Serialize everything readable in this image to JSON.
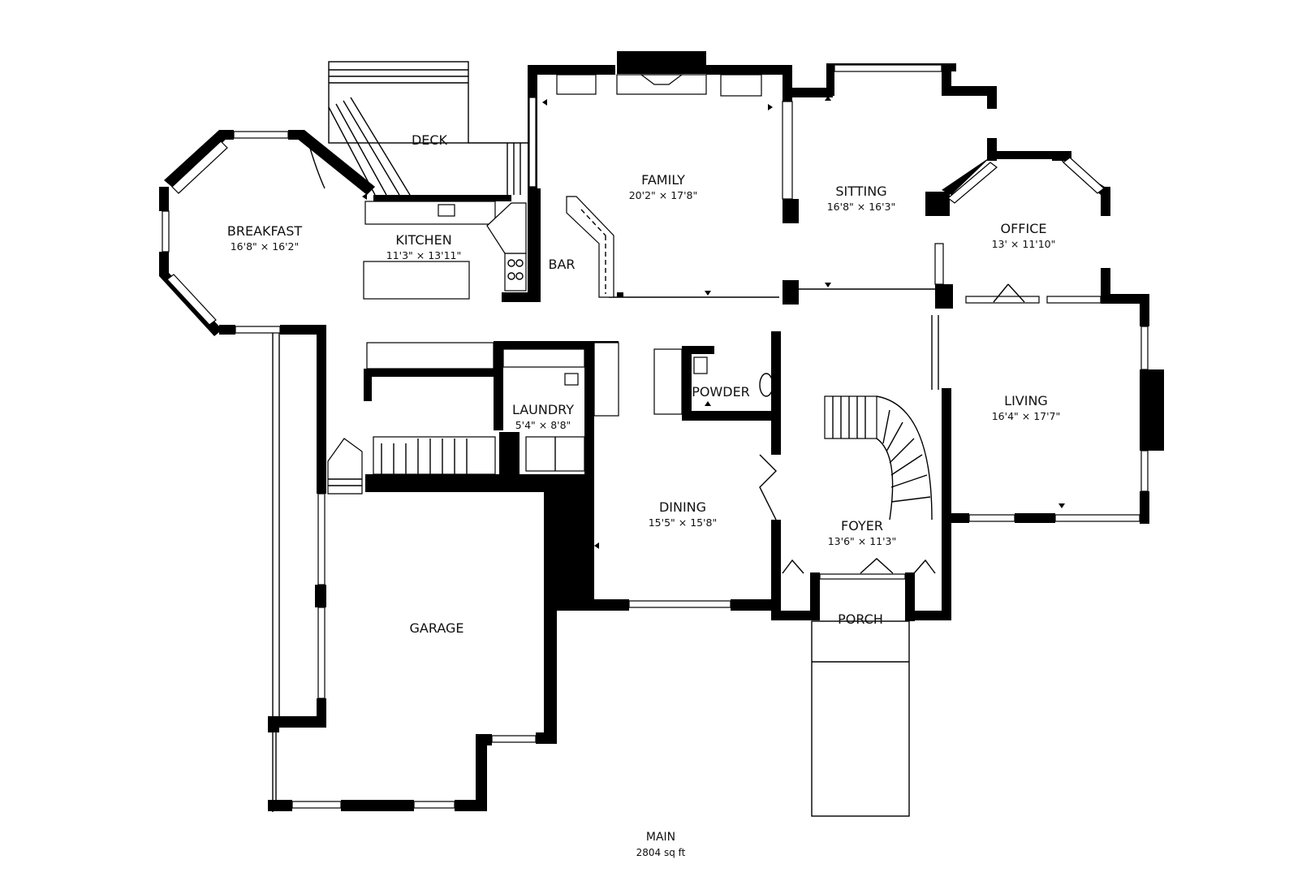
{
  "colors": {
    "wall": "#000000",
    "background": "#ffffff"
  },
  "rooms": {
    "deck": {
      "name": "DECK"
    },
    "family": {
      "name": "FAMILY",
      "dims": "20'2\" × 17'8\""
    },
    "sitting": {
      "name": "SITTING",
      "dims": "16'8\" × 16'3\""
    },
    "office": {
      "name": "OFFICE",
      "dims": "13' × 11'10\""
    },
    "breakfast": {
      "name": "BREAKFAST",
      "dims": "16'8\" × 16'2\""
    },
    "kitchen": {
      "name": "KITCHEN",
      "dims": "11'3\" × 13'11\""
    },
    "bar": {
      "name": "BAR"
    },
    "laundry": {
      "name": "LAUNDRY",
      "dims": "5'4\" × 8'8\""
    },
    "powder": {
      "name": "POWDER"
    },
    "living": {
      "name": "LIVING",
      "dims": "16'4\" × 17'7\""
    },
    "dining": {
      "name": "DINING",
      "dims": "15'5\" × 15'8\""
    },
    "foyer": {
      "name": "FOYER",
      "dims": "13'6\" × 11'3\""
    },
    "garage": {
      "name": "GARAGE"
    },
    "porch": {
      "name": "PORCH"
    }
  },
  "footer": {
    "level": "MAIN",
    "area": "2804 sq ft"
  }
}
